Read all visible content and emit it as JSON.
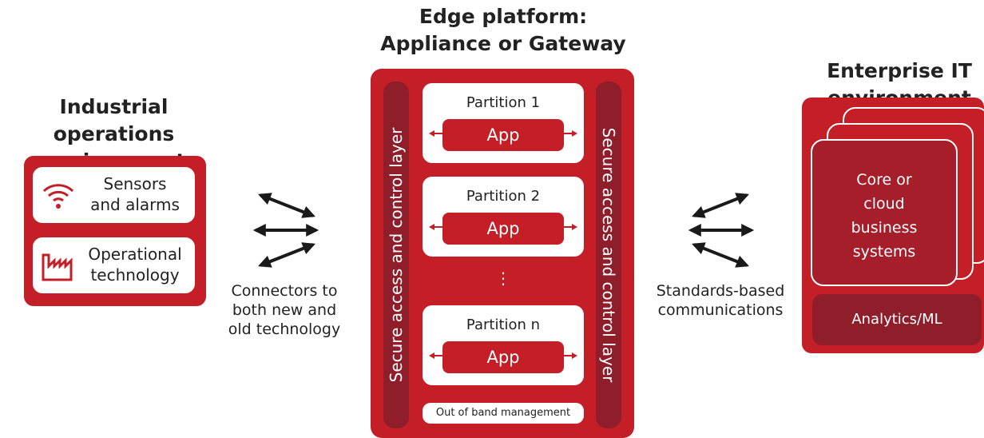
{
  "left": {
    "heading": "Industrial operations\nenvironment",
    "sensors_label": "Sensors\nand alarms",
    "sensors_icon": "wifi-signal-icon",
    "ot_label": "Operational\ntechnology",
    "ot_icon": "factory-icon"
  },
  "left_connector": {
    "caption": "Connectors to\nboth new and\nold technology"
  },
  "center": {
    "heading": "Edge platform:\nAppliance or Gateway",
    "left_layer": "Secure access and control layer",
    "right_layer": "Secure access and control layer",
    "partitions": [
      {
        "title": "Partition 1",
        "app": "App"
      },
      {
        "title": "Partition 2",
        "app": "App"
      },
      {
        "title": "Partition n",
        "app": "App"
      }
    ],
    "ellipsis": "⋮",
    "oob": "Out of band management"
  },
  "right_connector": {
    "caption": "Standards-based\ncommunications"
  },
  "right": {
    "heading": "Enterprise IT\nenvironment",
    "core": "Core or\ncloud\nbusiness\nsystems",
    "analytics": "Analytics/ML"
  },
  "colors": {
    "brand_red": "#c41e27",
    "dark_red": "#8f1e2a"
  }
}
